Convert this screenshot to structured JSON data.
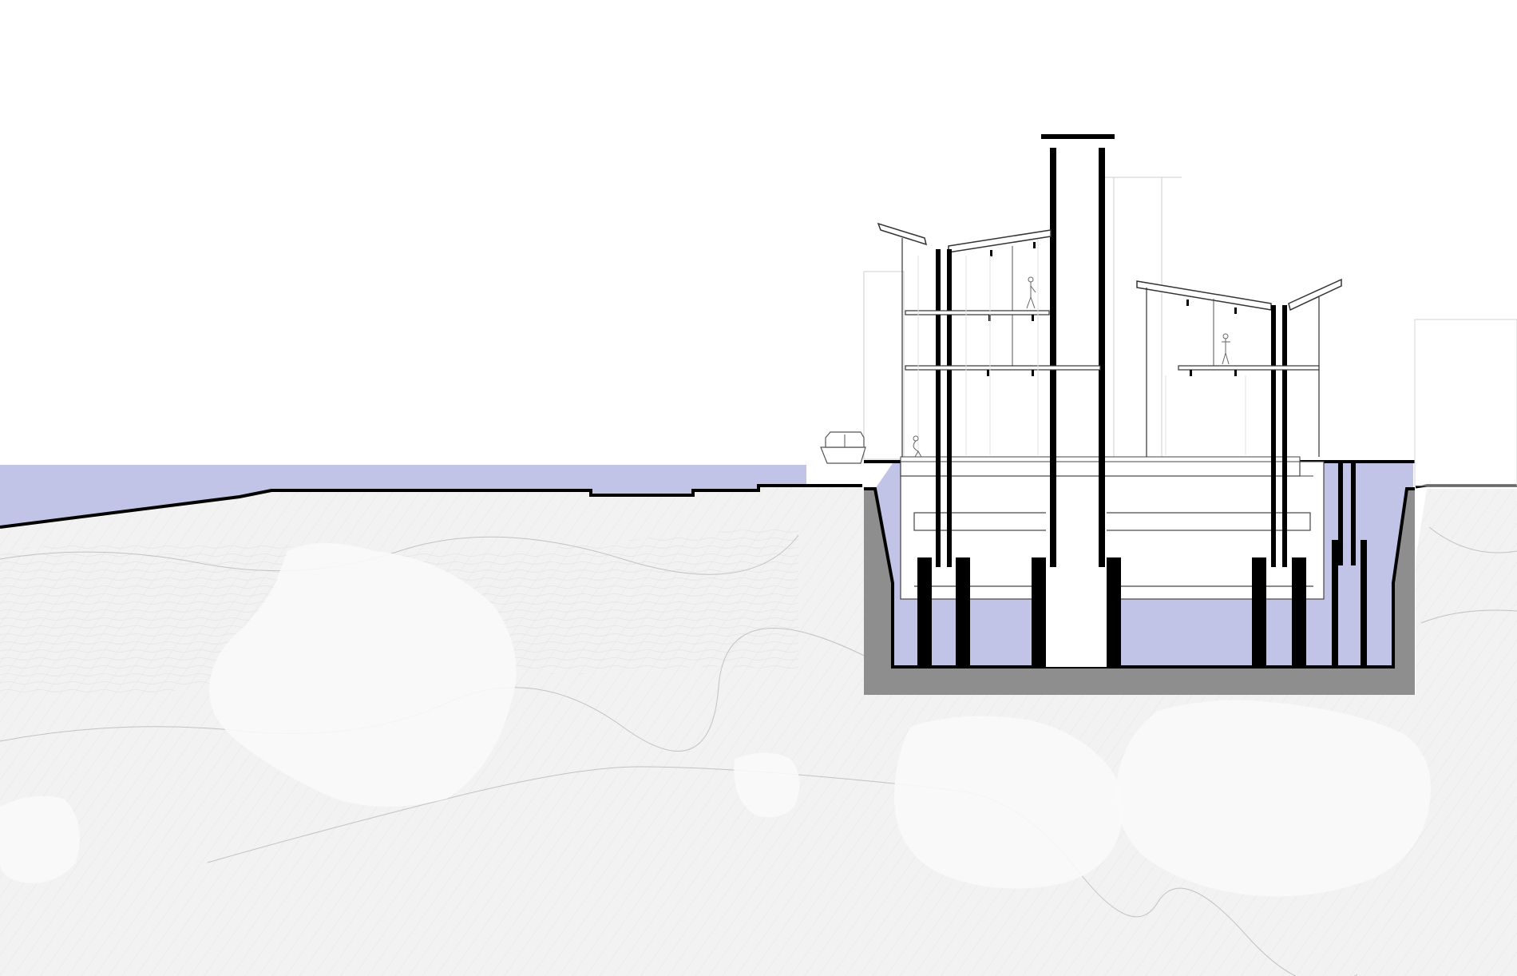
{
  "drawing": {
    "kind": "architectural-section",
    "text_labels": []
  },
  "palette": {
    "sky": "#ffffff",
    "water": "#c1c4e6",
    "ground": "#f2f2f2",
    "ground_dark": "#ebebeb",
    "rock": "#f8f8f8",
    "contour": "#bdbdbd",
    "foundation_pit": "#8e8e8e",
    "structure": "#000000",
    "line": "#555555",
    "light_line": "#aaaaaa"
  },
  "components": {
    "water_body": "water-body",
    "terrain": "terrain-section",
    "foundation": "foundation-basin",
    "building": "building-section",
    "piles": "pile-foundations",
    "boat": "boat-icon",
    "people": "person-figures"
  }
}
